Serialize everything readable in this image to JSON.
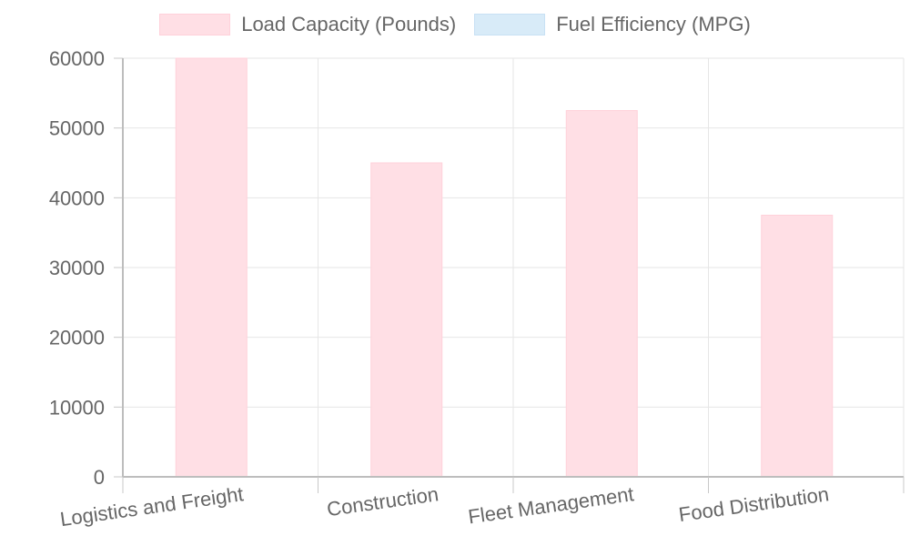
{
  "chart_data": {
    "type": "bar",
    "categories": [
      "Logistics and Freight",
      "Construction",
      "Fleet Management",
      "Food Distribution"
    ],
    "series": [
      {
        "name": "Load Capacity (Pounds)",
        "values": [
          60000,
          45000,
          52500,
          37500
        ],
        "fill": "#ffdfe5",
        "border": "#ffd1da"
      },
      {
        "name": "Fuel Efficiency (MPG)",
        "values": [
          null,
          null,
          null,
          null
        ],
        "fill": "#d8ebf8",
        "border": "#c8e1f4"
      }
    ],
    "ylim": [
      0,
      60000
    ],
    "yticks": [
      0,
      10000,
      20000,
      30000,
      40000,
      50000,
      60000
    ],
    "grid": true,
    "legend_position": "top"
  }
}
